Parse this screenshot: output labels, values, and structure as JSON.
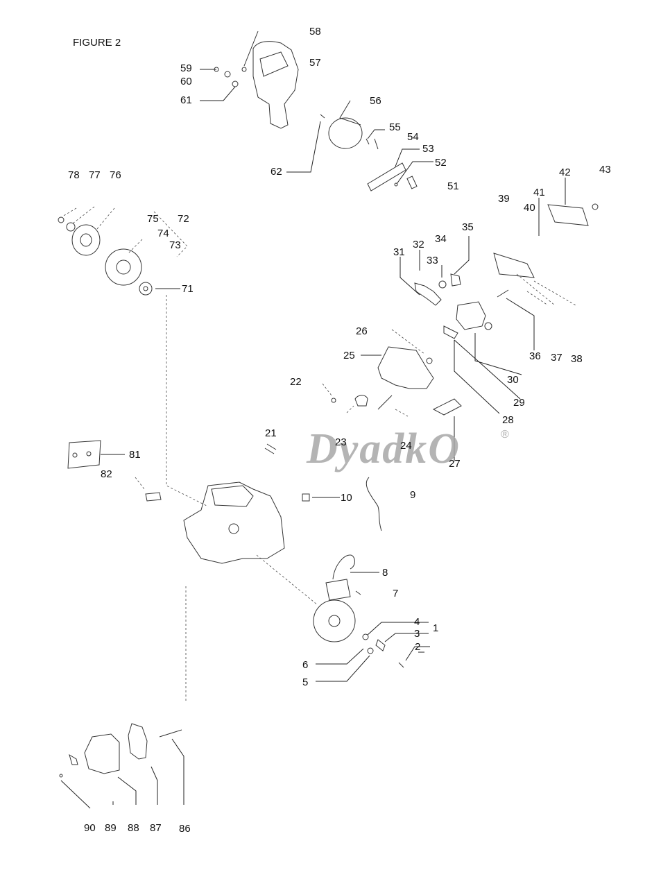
{
  "figure": {
    "title": "FIGURE 2",
    "watermark": "DyadkO",
    "watermark_mark": "®"
  },
  "callouts": [
    {
      "id": "1",
      "text": "1"
    },
    {
      "id": "2",
      "text": "2"
    },
    {
      "id": "3",
      "text": "3"
    },
    {
      "id": "4",
      "text": "4"
    },
    {
      "id": "5",
      "text": "5"
    },
    {
      "id": "6",
      "text": "6"
    },
    {
      "id": "7",
      "text": "7"
    },
    {
      "id": "8",
      "text": "8"
    },
    {
      "id": "9",
      "text": "9"
    },
    {
      "id": "10",
      "text": "10"
    },
    {
      "id": "21",
      "text": "21"
    },
    {
      "id": "22",
      "text": "22"
    },
    {
      "id": "23",
      "text": "23"
    },
    {
      "id": "24",
      "text": "24"
    },
    {
      "id": "25",
      "text": "25"
    },
    {
      "id": "26",
      "text": "26"
    },
    {
      "id": "27",
      "text": "27"
    },
    {
      "id": "28",
      "text": "28"
    },
    {
      "id": "29",
      "text": "29"
    },
    {
      "id": "30",
      "text": "30"
    },
    {
      "id": "31",
      "text": "31"
    },
    {
      "id": "32",
      "text": "32"
    },
    {
      "id": "33",
      "text": "33"
    },
    {
      "id": "34",
      "text": "34"
    },
    {
      "id": "35",
      "text": "35"
    },
    {
      "id": "36",
      "text": "36"
    },
    {
      "id": "37",
      "text": "37"
    },
    {
      "id": "38",
      "text": "38"
    },
    {
      "id": "39",
      "text": "39"
    },
    {
      "id": "40",
      "text": "40"
    },
    {
      "id": "41",
      "text": "41"
    },
    {
      "id": "42",
      "text": "42"
    },
    {
      "id": "43",
      "text": "43"
    },
    {
      "id": "51",
      "text": "51"
    },
    {
      "id": "52",
      "text": "52"
    },
    {
      "id": "53",
      "text": "53"
    },
    {
      "id": "54",
      "text": "54"
    },
    {
      "id": "55",
      "text": "55"
    },
    {
      "id": "56",
      "text": "56"
    },
    {
      "id": "57",
      "text": "57"
    },
    {
      "id": "58",
      "text": "58"
    },
    {
      "id": "59",
      "text": "59"
    },
    {
      "id": "60",
      "text": "60"
    },
    {
      "id": "61",
      "text": "61"
    },
    {
      "id": "62",
      "text": "62"
    },
    {
      "id": "71",
      "text": "71"
    },
    {
      "id": "72",
      "text": "72"
    },
    {
      "id": "73",
      "text": "73"
    },
    {
      "id": "74",
      "text": "74"
    },
    {
      "id": "75",
      "text": "75"
    },
    {
      "id": "76",
      "text": "76"
    },
    {
      "id": "77",
      "text": "77"
    },
    {
      "id": "78",
      "text": "78"
    },
    {
      "id": "81",
      "text": "81"
    },
    {
      "id": "82",
      "text": "82"
    },
    {
      "id": "86",
      "text": "86"
    },
    {
      "id": "87",
      "text": "87"
    },
    {
      "id": "88",
      "text": "88"
    },
    {
      "id": "89",
      "text": "89"
    },
    {
      "id": "90",
      "text": "90"
    }
  ]
}
